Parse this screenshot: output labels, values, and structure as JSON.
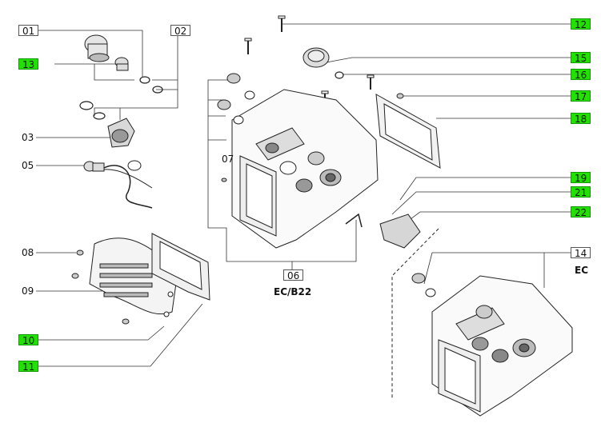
{
  "labels": {
    "p01": "01",
    "p02": "02",
    "p03": "03",
    "p05": "05",
    "p06": "06",
    "p07": "07",
    "p08": "08",
    "p09": "09",
    "p10": "10",
    "p11": "11",
    "p12": "12",
    "p13": "13",
    "p14": "14",
    "p15": "15",
    "p16": "16",
    "p17": "17",
    "p18": "18",
    "p19": "19",
    "p21": "21",
    "p22": "22"
  },
  "variants": {
    "left": "EC/B22",
    "right": "EC"
  },
  "colors": {
    "highlight": "#22e000",
    "line": "#333333",
    "dashed": "#222222"
  }
}
